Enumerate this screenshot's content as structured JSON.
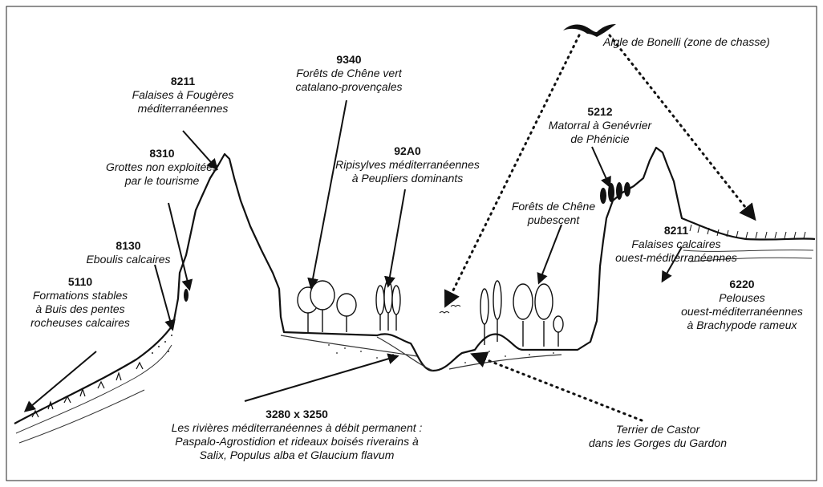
{
  "labels": {
    "l8211a": {
      "code": "8211",
      "l1": "Falaises à Fougères",
      "l2": "méditerranéennes"
    },
    "l8310": {
      "code": "8310",
      "l1": "Grottes non exploitées",
      "l2": "par le tourisme"
    },
    "l8130": {
      "code": "8130",
      "l1": "Eboulis calcaires"
    },
    "l5110": {
      "code": "5110",
      "l1": "Formations stables",
      "l2": "à Buis des pentes",
      "l3": "rocheuses calcaires"
    },
    "l9340": {
      "code": "9340",
      "l1": "Forêts de Chêne vert",
      "l2": "catalano-provençales"
    },
    "l92A0": {
      "code": "92A0",
      "l1": "Ripisylves méditerranéennes",
      "l2": "à Peupliers dominants"
    },
    "eagle": {
      "l1": "Aigle de Bonelli (zone de chasse)"
    },
    "l5212": {
      "code": "5212",
      "l1": "Matorral à Genévrier",
      "l2": "de Phénicie"
    },
    "pubescent": {
      "l1": "Forêts de Chêne",
      "l2": "pubescent"
    },
    "l8211b": {
      "code": "8211",
      "l1": "Falaises calcaires",
      "l2": "ouest-méditerranéennes"
    },
    "l6220": {
      "code": "6220",
      "l1": "Pelouses",
      "l2": "ouest-méditerranéennes",
      "l3": "à Brachypode rameux"
    },
    "l3280": {
      "code": "3280 x 3250",
      "l1": "Les rivières méditerranéennes à débit permanent :",
      "l2": "Paspalo-Agrostidion et rideaux boisés riverains à",
      "l3": "Salix, Populus alba et Glaucium flavum"
    },
    "castor": {
      "l1": "Terrier de Castor",
      "l2": "dans les Gorges du Gardon"
    }
  }
}
